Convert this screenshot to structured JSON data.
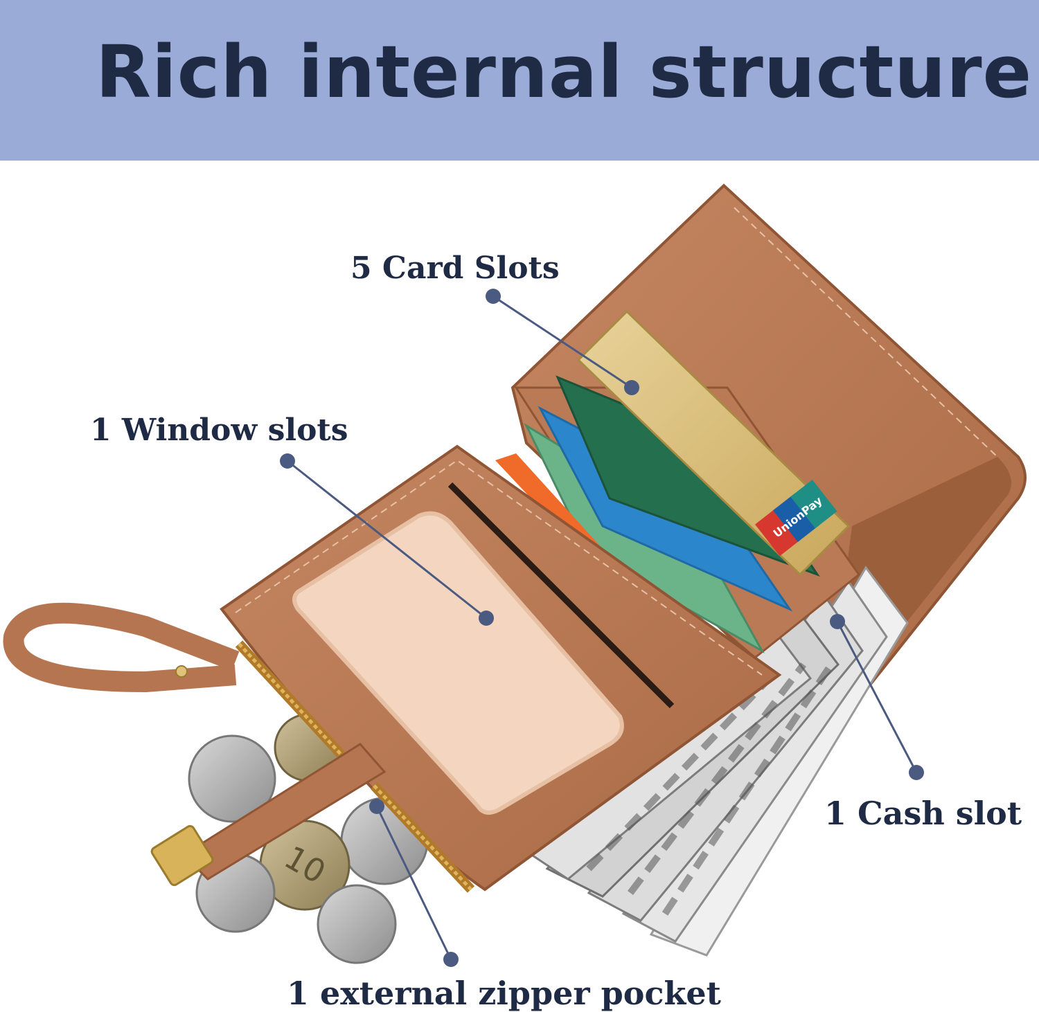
{
  "banner": {
    "title": "Rich internal structure"
  },
  "callouts": {
    "card_slots": "5 Card Slots",
    "window_slots": "1 Window slots",
    "cash_slot": "1 Cash slot",
    "zipper_pocket": "1 external zipper pocket"
  },
  "colors": {
    "banner": "#99abd6",
    "title_text": "#1f2a44",
    "leather": "#b57550",
    "pointer": "#4a5a80"
  },
  "cards": {
    "brand": "UnionPay"
  }
}
